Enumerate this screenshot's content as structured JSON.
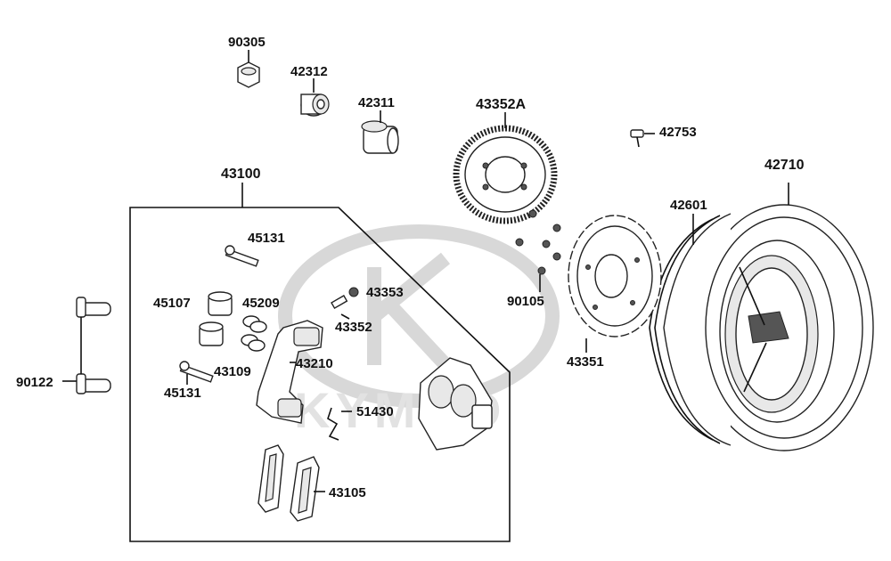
{
  "watermark": {
    "brand_text": "KYMCO"
  },
  "parts": {
    "p90305": "90305",
    "p42312": "42312",
    "p42311": "42311",
    "p43352A": "43352A",
    "p42753": "42753",
    "p42710": "42710",
    "p43100": "43100",
    "p42601": "42601",
    "p45131_top": "45131",
    "p45107": "45107",
    "p45209": "45209",
    "p43353": "43353",
    "p43352": "43352",
    "p90105": "90105",
    "p43351": "43351",
    "p90122": "90122",
    "p43210": "43210",
    "p43109": "43109",
    "p45131_bottom": "45131",
    "p51430": "51430",
    "p43105": "43105"
  }
}
